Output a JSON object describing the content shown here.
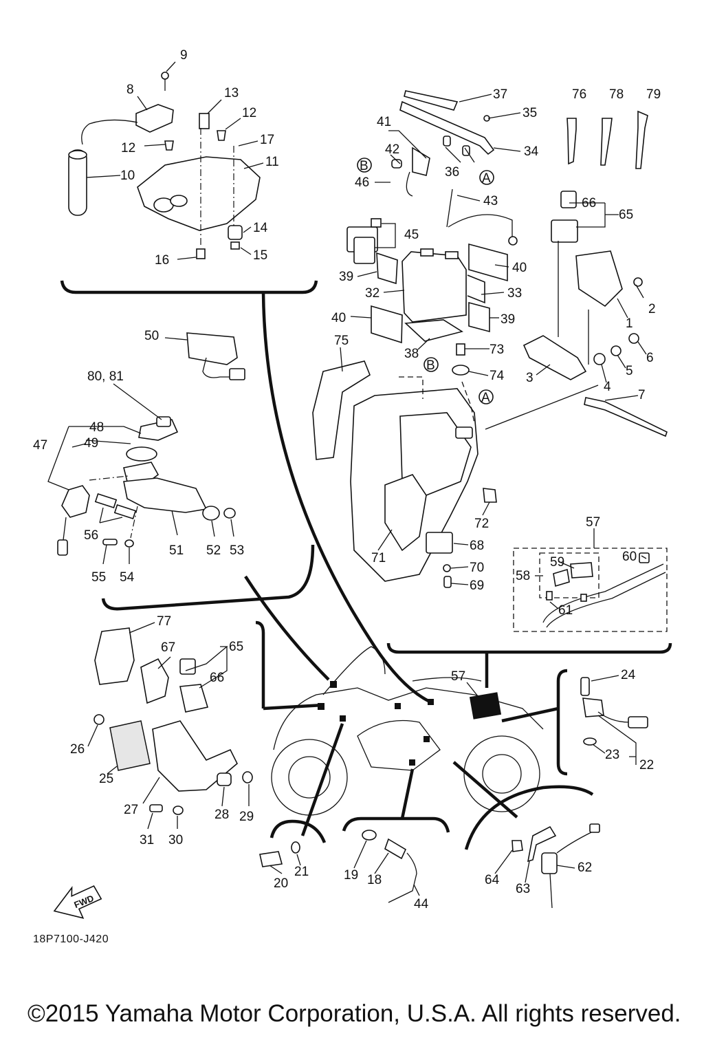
{
  "diagram": {
    "code": "18P7100-J420",
    "copyright": "©2015 Yamaha Motor Corporation, U.S.A. All rights reserved.",
    "fwd_label": "FWD",
    "ref_a": "A",
    "ref_b": "B",
    "labels": {
      "p1": "1",
      "p2": "2",
      "p3": "3",
      "p4": "4",
      "p5": "5",
      "p6": "6",
      "p7": "7",
      "p8": "8",
      "p9": "9",
      "p10": "10",
      "p11": "11",
      "p12a": "12",
      "p12b": "12",
      "p13": "13",
      "p14": "14",
      "p15": "15",
      "p16": "16",
      "p17": "17",
      "p18": "18",
      "p19": "19",
      "p20": "20",
      "p21": "21",
      "p22": "22",
      "p23": "23",
      "p24": "24",
      "p25": "25",
      "p26": "26",
      "p27": "27",
      "p28": "28",
      "p29": "29",
      "p30": "30",
      "p31": "31",
      "p32": "32",
      "p33": "33",
      "p34": "34",
      "p35": "35",
      "p36": "36",
      "p37": "37",
      "p38": "38",
      "p39a": "39",
      "p39b": "39",
      "p40a": "40",
      "p40b": "40",
      "p41": "41",
      "p42": "42",
      "p43": "43",
      "p44": "44",
      "p45": "45",
      "p46": "46",
      "p47": "47",
      "p48": "48",
      "p49": "49",
      "p50": "50",
      "p51": "51",
      "p52": "52",
      "p53": "53",
      "p54": "54",
      "p55": "55",
      "p56": "56",
      "p57a": "57",
      "p57b": "57",
      "p58": "58",
      "p59": "59",
      "p60": "60",
      "p61": "61",
      "p62": "62",
      "p63": "63",
      "p64": "64",
      "p65a": "65",
      "p65b": "65",
      "p66a": "66",
      "p66b": "66",
      "p67": "67",
      "p68": "68",
      "p69": "69",
      "p70": "70",
      "p71": "71",
      "p72": "72",
      "p73": "73",
      "p74": "74",
      "p75": "75",
      "p76": "76",
      "p77": "77",
      "p78": "78",
      "p79": "79",
      "p80_81": "80, 81"
    }
  }
}
